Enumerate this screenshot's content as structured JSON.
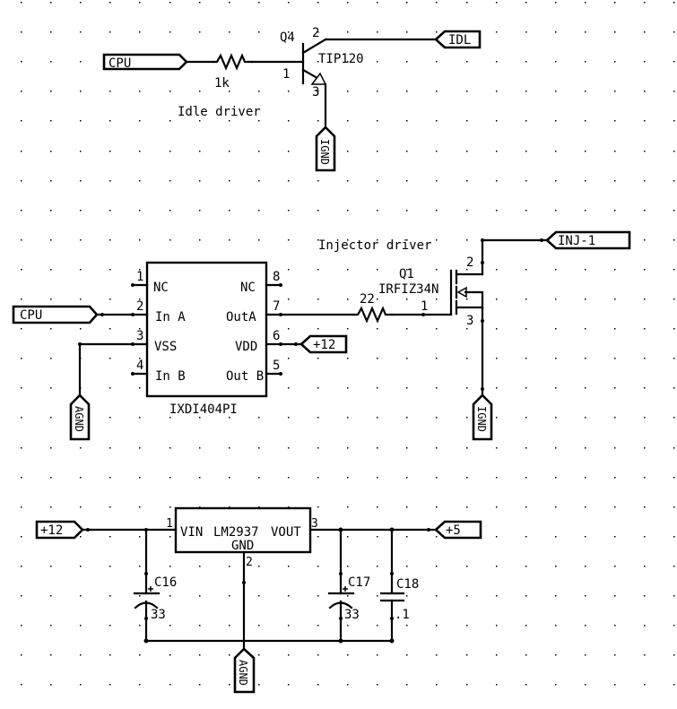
{
  "colors": {
    "background": "#ffffff",
    "ink": "#000000"
  },
  "sections": {
    "idle_driver": {
      "title": "Idle driver",
      "transistor": {
        "ref": "Q4",
        "part": "TIP120",
        "pins": {
          "base": "1",
          "collector": "2",
          "emitter": "3"
        }
      },
      "resistor": {
        "value": "1k"
      },
      "ports": {
        "input": "CPU",
        "output": "IDL",
        "ground": "IGND"
      }
    },
    "injector_driver": {
      "title": "Injector driver",
      "ic": {
        "part": "IXDI404PI",
        "left_pins": [
          {
            "num": "1",
            "name": "NC"
          },
          {
            "num": "2",
            "name": "In A"
          },
          {
            "num": "3",
            "name": "VSS"
          },
          {
            "num": "4",
            "name": "In B"
          }
        ],
        "right_pins": [
          {
            "num": "8",
            "name": "NC"
          },
          {
            "num": "7",
            "name": "OutA"
          },
          {
            "num": "6",
            "name": "VDD"
          },
          {
            "num": "5",
            "name": "Out B"
          }
        ]
      },
      "mosfet": {
        "ref": "Q1",
        "part": "IRFIZ34N",
        "pins": {
          "gate": "1",
          "drain": "2",
          "source": "3"
        }
      },
      "resistor": {
        "value": "22"
      },
      "ports": {
        "input": "CPU",
        "supply": "+12",
        "ic_ground": "AGND",
        "output": "INJ-1",
        "fet_ground": "IGND"
      }
    },
    "regulator": {
      "ic": {
        "vin": "VIN",
        "part": "LM2937",
        "vout": "VOUT",
        "gnd": "GND",
        "pins": {
          "in": "1",
          "gnd": "2",
          "out": "3"
        }
      },
      "capacitors": [
        {
          "ref": "C16",
          "value": "33",
          "polarized": true
        },
        {
          "ref": "C17",
          "value": "33",
          "polarized": true
        },
        {
          "ref": "C18",
          "value": ".1",
          "polarized": false
        }
      ],
      "ports": {
        "input": "+12",
        "output": "+5",
        "ground": "AGND"
      }
    }
  }
}
